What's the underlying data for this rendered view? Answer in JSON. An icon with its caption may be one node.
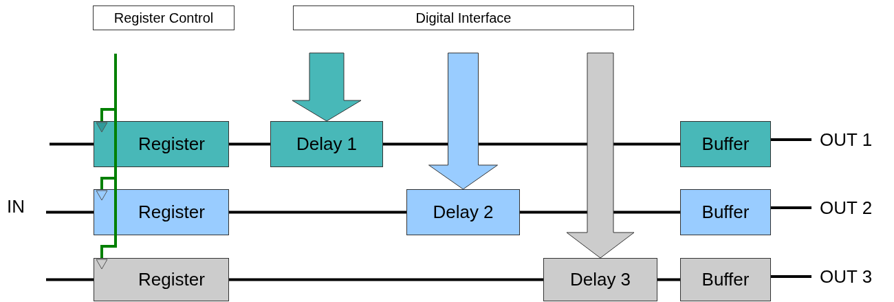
{
  "diagram": {
    "nodes": [
      {
        "text": [
          "Register Control"
        ]
      },
      {
        "text": [
          "Digital Interface"
        ]
      },
      {
        "text": [
          "Register"
        ]
      },
      {
        "text": [
          "Delay 1"
        ]
      },
      {
        "text": [
          "Buffer"
        ]
      },
      {
        "text": [
          "Register"
        ]
      },
      {
        "text": [
          "Delay 2"
        ]
      },
      {
        "text": [
          "Buffer"
        ]
      },
      {
        "text": [
          "Register"
        ]
      },
      {
        "text": [
          "Delay 3"
        ]
      },
      {
        "text": [
          "Buffer"
        ]
      },
      {
        "text": [
          "OUT 1"
        ]
      },
      {
        "text": [
          "OUT 2"
        ]
      },
      {
        "text": [
          "OUT 3"
        ]
      }
    ],
    "edges": [
      {
        "from": null,
        "to": 2,
        "arrow": "none"
      },
      {
        "from": 2,
        "to": 3,
        "arrow": "none"
      },
      {
        "from": 3,
        "to": 4,
        "arrow": "none"
      },
      {
        "from": 4,
        "to": 11,
        "arrow": "none"
      },
      {
        "from": null,
        "to": 5,
        "arrow": "none"
      },
      {
        "from": 5,
        "to": 6,
        "arrow": "none"
      },
      {
        "from": 6,
        "to": 7,
        "arrow": "none"
      },
      {
        "from": 7,
        "to": 12,
        "arrow": "none"
      },
      {
        "from": null,
        "to": 8,
        "arrow": "none"
      },
      {
        "from": 8,
        "to": 9,
        "arrow": "none"
      },
      {
        "from": 9,
        "to": 10,
        "arrow": "none"
      },
      {
        "from": 10,
        "to": 13,
        "arrow": "none"
      },
      {
        "from": null,
        "to": 3,
        "arrow": "to",
        "style": "thick",
        "color": "#48b8b8"
      },
      {
        "from": null,
        "to": 6,
        "arrow": "to",
        "style": "thick",
        "color": "#99ccff"
      },
      {
        "from": null,
        "to": 9,
        "arrow": "to",
        "style": "thick",
        "color": "#cccccc"
      },
      {
        "from": null,
        "to": 2,
        "arrow": "none",
        "color": "#008000"
      },
      {
        "from": null,
        "to": 5,
        "arrow": "none",
        "color": "#008000"
      },
      {
        "from": null,
        "to": 8,
        "arrow": "none",
        "color": "#008000"
      }
    ],
    "labels": [
      "IN"
    ]
  }
}
